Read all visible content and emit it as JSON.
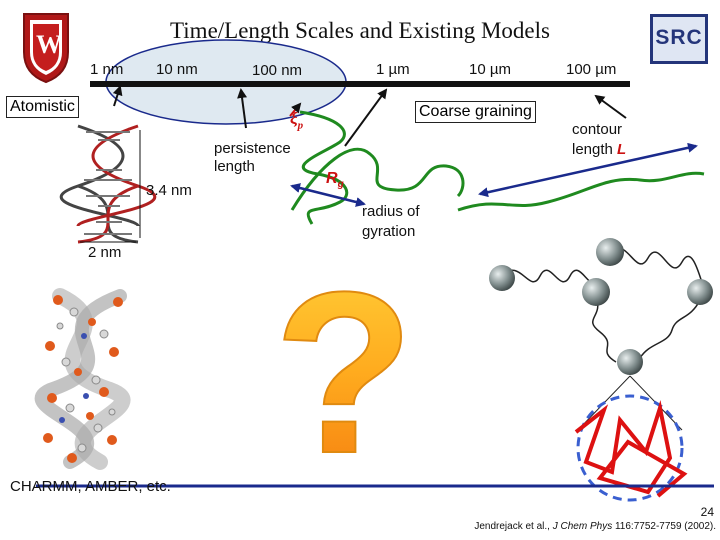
{
  "title": "Time/Length Scales and Existing Models",
  "scale_labels": [
    "1 nm",
    "10 nm",
    "100 nm",
    "1 µm",
    "10 µm",
    "100 µm"
  ],
  "atomistic_label": "Atomistic",
  "coarse_label": "Coarse graining",
  "persistence_symbol": "ξ",
  "persistence_sub": "p",
  "persistence_label": [
    "persistence",
    "length"
  ],
  "rg_symbol": "R",
  "rg_sub": "g",
  "rg_label": [
    "radius of",
    "gyration"
  ],
  "contour_label": [
    "contour",
    "length"
  ],
  "contour_symbol": "L",
  "dna_pitch_label": "3.4 nm",
  "dna_width_label": "2 nm",
  "question_mark": "?",
  "software_label": "CHARMM, AMBER, etc.",
  "page_number": "24",
  "citation": {
    "authors": "Jendrejack et al., ",
    "journal": "J Chem Phys",
    "details": " 116:7752-7759 (2002)."
  },
  "logos": {
    "left": "W",
    "right": "SRC"
  },
  "colors": {
    "arrow": "#1a2a8c",
    "polymer": "#1f8a1f",
    "accent": "#cc1111",
    "footer_line": "#1a2a8c"
  }
}
